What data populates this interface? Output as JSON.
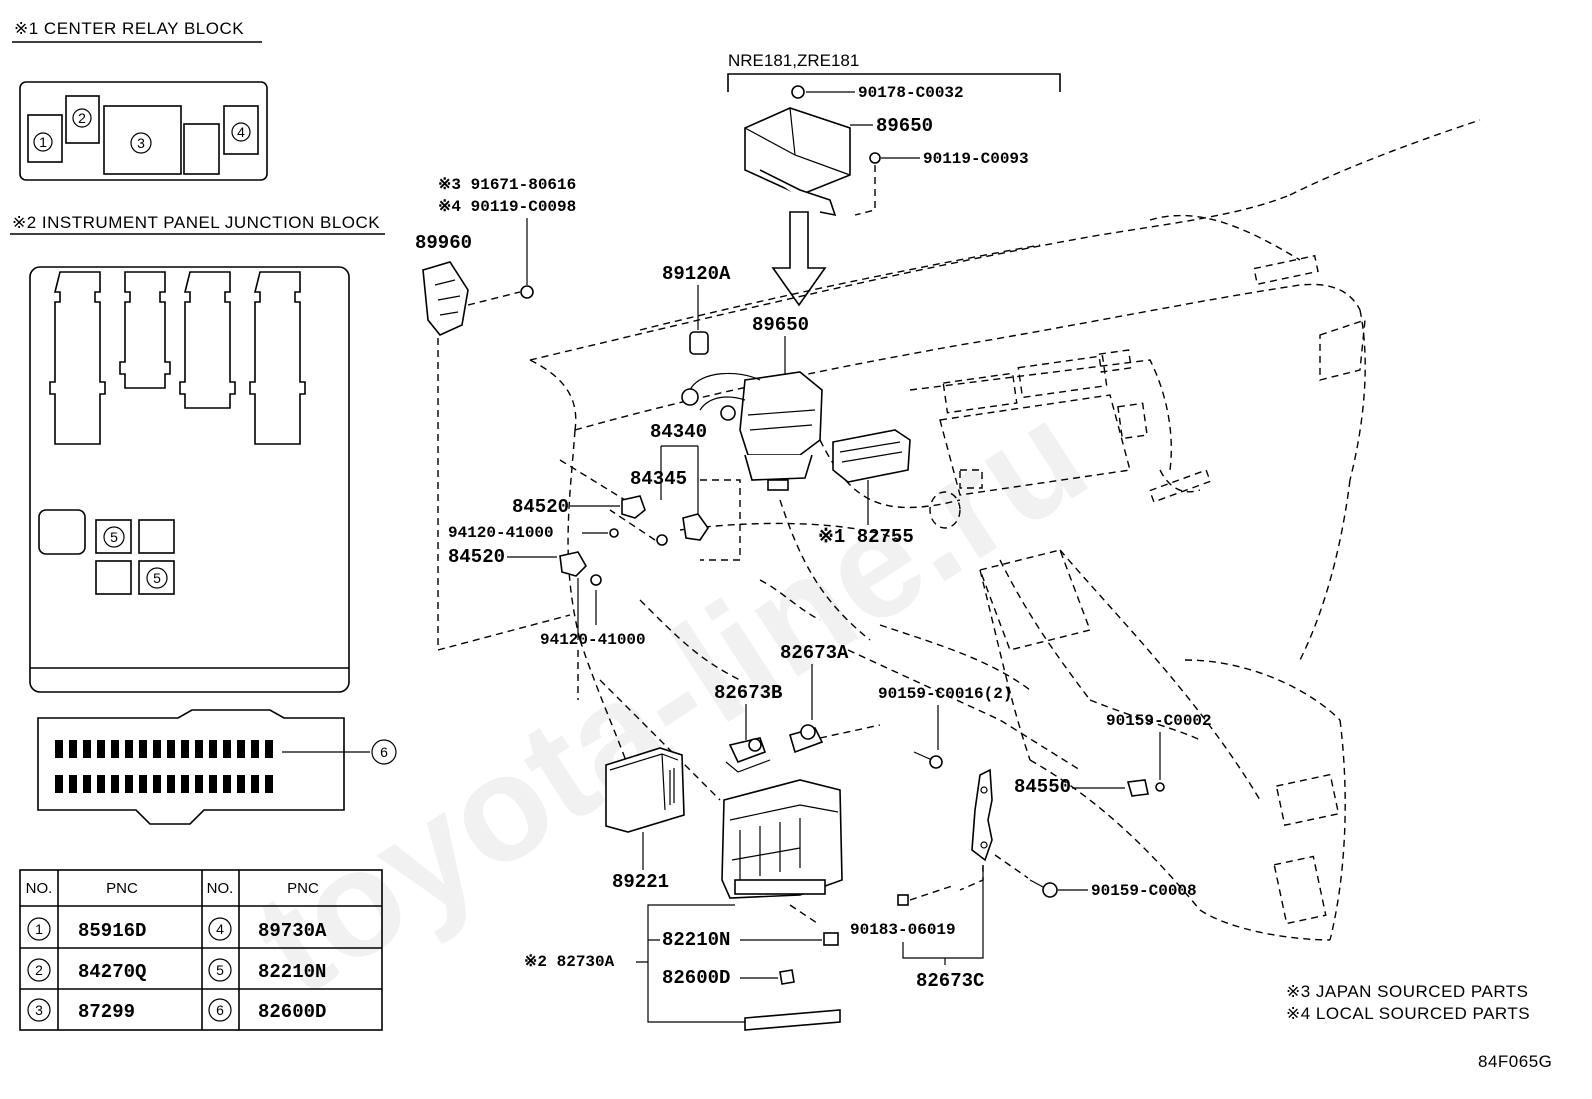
{
  "notes": {
    "center_relay_block": "※1 CENTER RELAY BLOCK",
    "instrument_panel_junction_block": "※2 INSTRUMENT PANEL JUNCTION BLOCK",
    "japan_sourced": "※3 JAPAN SOURCED PARTS",
    "local_sourced": "※4 LOCAL SOURCED PARTS",
    "model_range": "NRE181,ZRE181"
  },
  "relay_block_slots": [
    "1",
    "2",
    "3",
    "4"
  ],
  "junction_block_slots": [
    "5",
    "5",
    "6"
  ],
  "callouts": {
    "p90178": "90178-C0032",
    "p89650_top": "89650",
    "p90119_c0093": "90119-C0093",
    "p91671": "※3 91671-80616",
    "p90119_c0098": "※4 90119-C0098",
    "p89960": "89960",
    "p89120a": "89120A",
    "p89650": "89650",
    "p84340": "84340",
    "p84345": "84345",
    "p84520_a": "84520",
    "p94120_a": "94120-41000",
    "p84520_b": "84520",
    "p94120_b": "94120-41000",
    "p82755": "※1 82755",
    "p82673a": "82673A",
    "p82673b": "82673B",
    "p90159_c0016": "90159-C0016(2)",
    "p90159_c0002": "90159-C0002",
    "p84550": "84550",
    "p89221": "89221",
    "p90159_c0008": "90159-C0008",
    "p90183": "90183-06019",
    "p82210n": "82210N",
    "p82730a": "※2 82730A",
    "p82600d": "82600D",
    "p82673c": "82673C"
  },
  "pnc_table": {
    "headers": [
      "NO.",
      "PNC",
      "NO.",
      "PNC"
    ],
    "rows": [
      {
        "no_left": "1",
        "pnc_left": "85916D",
        "no_right": "4",
        "pnc_right": "89730A"
      },
      {
        "no_left": "2",
        "pnc_left": "84270Q",
        "no_right": "5",
        "pnc_right": "82210N"
      },
      {
        "no_left": "3",
        "pnc_left": "87299",
        "no_right": "6",
        "pnc_right": "82600D"
      }
    ]
  },
  "figure_code": "84F065G",
  "watermark": "toyota-line.ru"
}
